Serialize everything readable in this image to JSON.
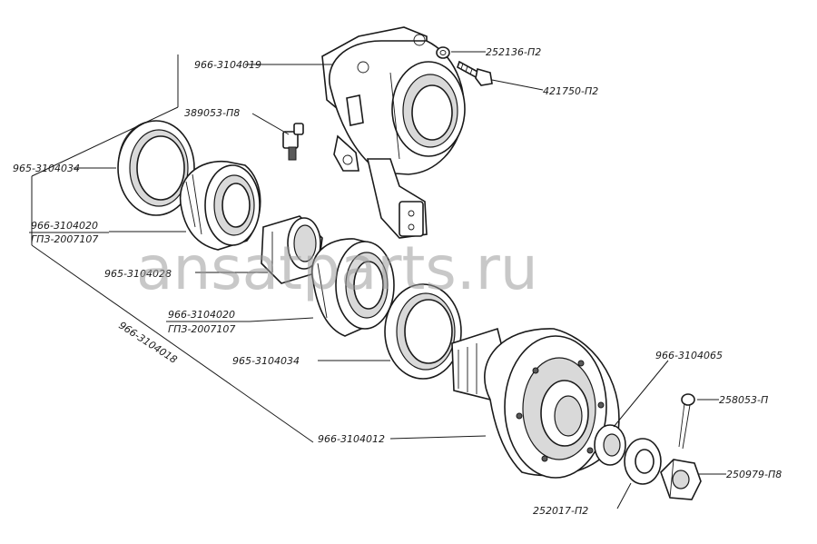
{
  "labels": {
    "housing": "966-3104019",
    "lock_washer": "252136-П2",
    "bolt": "421750-П2",
    "grease_fitting": "389053-П8",
    "seal_outer": "965-3104034",
    "bearing_outer": "966-3104020",
    "bearing_outer_gost": "ГПЗ-2007107",
    "spacer": "965-3104028",
    "bearing_inner": "966-3104020",
    "bearing_inner_gost": "ГПЗ-2007107",
    "seal_inner": "965-3104034",
    "assembly": "966-3104018",
    "hub": "966-3104012",
    "washer": "966-3104065",
    "cotter_pin": "258053-П",
    "castle_nut": "250979-П8",
    "spring_washer": "252017-П2"
  },
  "watermark": "ansatparts.ru"
}
